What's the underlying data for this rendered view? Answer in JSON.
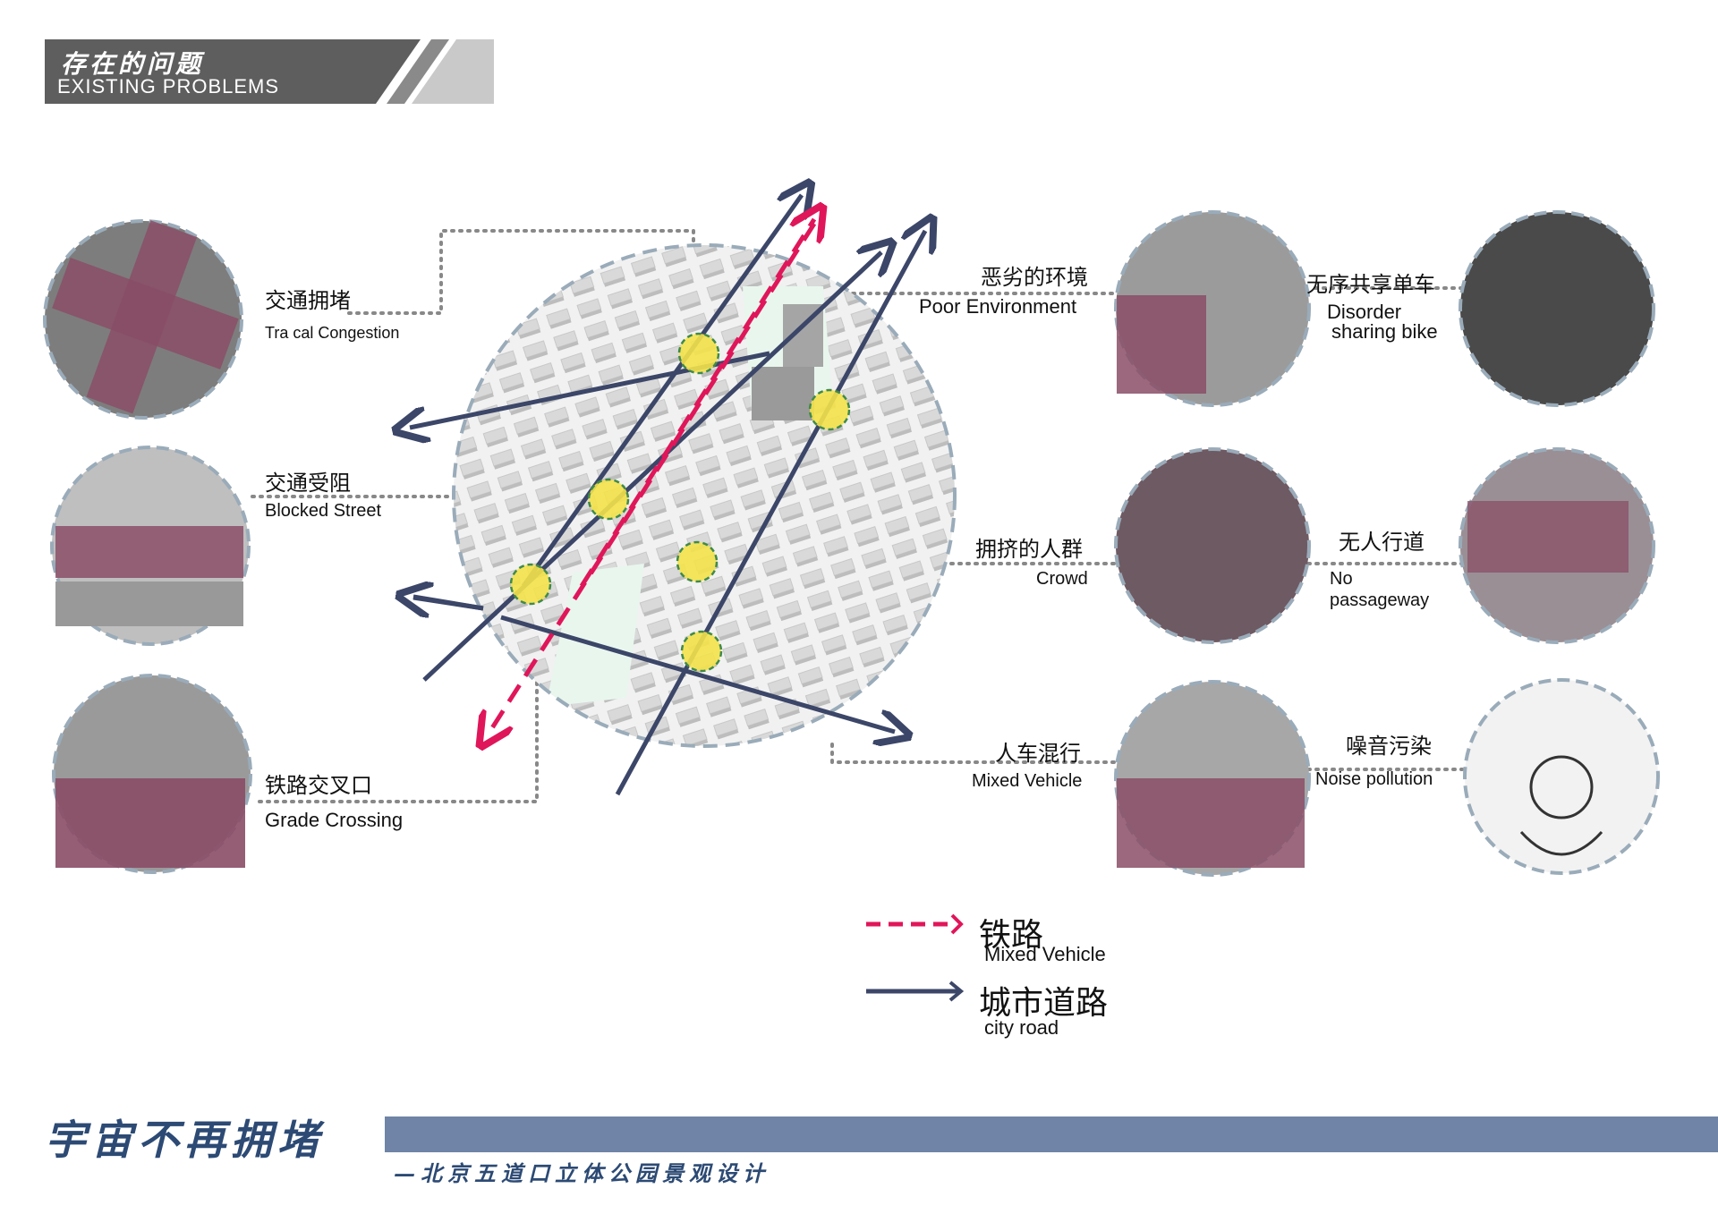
{
  "header": {
    "title_cn": "存在的问题",
    "title_en": "EXISTING PROBLEMS"
  },
  "problems_left": [
    {
      "cn": "交通拥堵",
      "en": "Tra  cal Congestion",
      "icon": "traffic-photo"
    },
    {
      "cn": "交通受阻",
      "en": "Blocked Street",
      "icon": "railway-photo"
    },
    {
      "cn": "铁路交叉口",
      "en": "Grade Crossing",
      "icon": "crossing-photo"
    }
  ],
  "problems_right": [
    {
      "cn": "恶劣的环境",
      "en": "Poor Environment"
    },
    {
      "cn": "无序共享单车",
      "en_line1": "Disorder",
      "en_line2": "sharing bike"
    },
    {
      "cn": "拥挤的人群",
      "en": "Crowd"
    },
    {
      "cn": "无人行道",
      "en_line1": "No",
      "en_line2": "passageway"
    },
    {
      "cn": "人车混行",
      "en": "Mixed Vehicle"
    },
    {
      "cn": "噪音污染",
      "en": "Noise  pollution"
    }
  ],
  "legend": [
    {
      "cn": "铁路",
      "en": "Mixed Vehicle",
      "color": "#e0165a"
    },
    {
      "cn": "城市道路",
      "en": "city road",
      "color": "#3b4668"
    }
  ],
  "footer": {
    "title": "宇宙不再拥堵",
    "subtitle": "—北京五道口立体公园景观设计"
  },
  "colors": {
    "accent_pink": "#8a4d66",
    "road_navy": "#3b4668",
    "rail_red": "#e0165a",
    "marker_yellow": "#f4e24a",
    "header_gray": "#5e5e5e",
    "footer_blue": "#6f84a6"
  }
}
